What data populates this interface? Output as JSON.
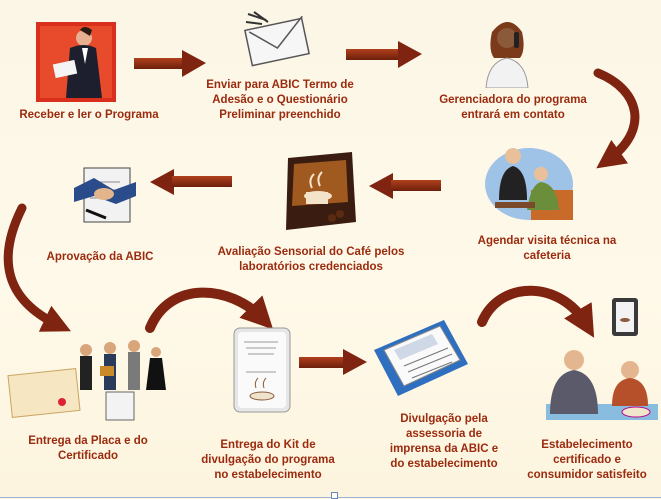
{
  "steps": [
    {
      "label": "Receber e ler o Programa"
    },
    {
      "label": "Enviar para ABIC Termo de\nAdesão e o Questionário\nPreliminar preenchido"
    },
    {
      "label": "Gerenciadora do programa\nentrará em contato"
    },
    {
      "label": "Agendar visita técnica na\ncafeteria"
    },
    {
      "label": "Avaliação Sensorial do Café pelos\nlaboratórios credenciados"
    },
    {
      "label": "Aprovação da ABIC"
    },
    {
      "label": "Entrega da Placa e do\nCertificado"
    },
    {
      "label": "Entrega do Kit de\ndivulgação do programa\nno estabelecimento"
    },
    {
      "label": "Divulgação pela\nassessoria de\nimprensa da ABIC e\ndo estabelecimento"
    },
    {
      "label": "Estabelecimento\ncertificado e\nconsumidor satisfeito"
    }
  ],
  "colors": {
    "text": "#9b2b0e",
    "arrow": "#8a2a12"
  },
  "icons": [
    "businessman-reading-icon",
    "envelope-icon",
    "woman-on-phone-icon",
    "meeting-icon",
    "coffee-package-icon",
    "handshake-contract-icon",
    "award-ceremony-icon",
    "coffee-kit-icon",
    "newspaper-icon",
    "cafe-customer-icon"
  ]
}
